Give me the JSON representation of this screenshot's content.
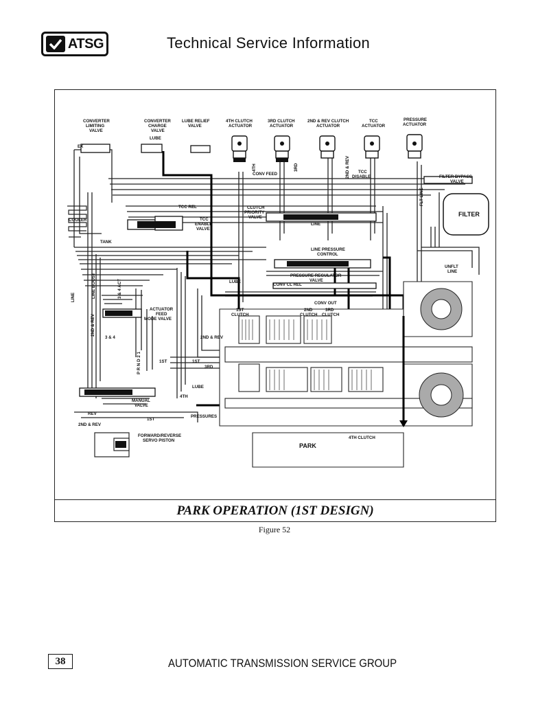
{
  "header": {
    "logo_text": "ATSG",
    "title": "Technical Service Information"
  },
  "diagram": {
    "labels": {
      "converter_limiting": [
        "CONVERTER",
        "LIMITING",
        "VALVE"
      ],
      "converter_charge": [
        "CONVERTER",
        "CHARGE",
        "VALVE"
      ],
      "lube_relief": [
        "LUBE RELIEF",
        "VALVE"
      ],
      "clutch4_act": [
        "4TH CLUTCH",
        "ACTUATOR"
      ],
      "clutch3_act": [
        "3RD CLUTCH",
        "ACTUATOR"
      ],
      "clutch2rev_act": [
        "2ND & REV CLUTCH",
        "ACTUATOR"
      ],
      "tcc_act": [
        "TCC",
        "ACTUATOR"
      ],
      "pressure_act": [
        "PRESSURE",
        "ACTUATOR"
      ],
      "ex": "EX",
      "lube": "LUBE",
      "fourth": "4TH",
      "third": "3RD",
      "second_rev": "2ND & REV",
      "conv_feed": "CONV FEED",
      "tcc_disable": [
        "TCC",
        "DISABLE"
      ],
      "filter_bypass": [
        "FILTER BYPASS",
        "VALVE"
      ],
      "flt_line": "FLT LINE",
      "filter": "FILTER",
      "cooler": "COOLER",
      "tank": "TANK",
      "tcc_rel": "TCC REL",
      "clutch_priority": [
        "CLUTCH",
        "PRIORITY",
        "VALVE"
      ],
      "tcc_enable": [
        "TCC",
        "ENABLE",
        "VALVE"
      ],
      "line": "LINE",
      "line_pressure_control": [
        "LINE PRESSURE",
        "CONTROL"
      ],
      "pressure_regulator": [
        "PRESSURE REGULATOR",
        "VALVE"
      ],
      "unflt_line": [
        "UNFLT",
        "LINE"
      ],
      "line_boost": "LINE BOOST",
      "three_four_act": "3 & 4 ACT",
      "conv_cl_rel": "CONV CL REL",
      "conv_out": "CONV OUT",
      "clutch1": [
        "1ST",
        "CLUTCH"
      ],
      "clutch2": [
        "2ND",
        "CLUTCH"
      ],
      "clutch3": [
        "3RD",
        "CLUTCH"
      ],
      "actuator_feed": [
        "ACTUATOR",
        "FEED",
        "MODE VALVE"
      ],
      "three_and_four": "3 & 4",
      "first": "1ST",
      "manual_valve": [
        "MANUAL",
        "VALVE"
      ],
      "rev": "REV",
      "pressures": "PRESSURES",
      "fwd_rev_servo": [
        "FORWARD/REVERSE",
        "SERVO PISTON"
      ],
      "clutch4": "4TH CLUTCH",
      "park": "PARK",
      "prndl": [
        "P",
        "R",
        "N",
        "D",
        "2",
        "1"
      ]
    }
  },
  "caption": "PARK OPERATION (1ST DESIGN)",
  "figure_label": "Figure 52",
  "footer": {
    "page_number": "38",
    "org": "AUTOMATIC TRANSMISSION SERVICE GROUP"
  }
}
